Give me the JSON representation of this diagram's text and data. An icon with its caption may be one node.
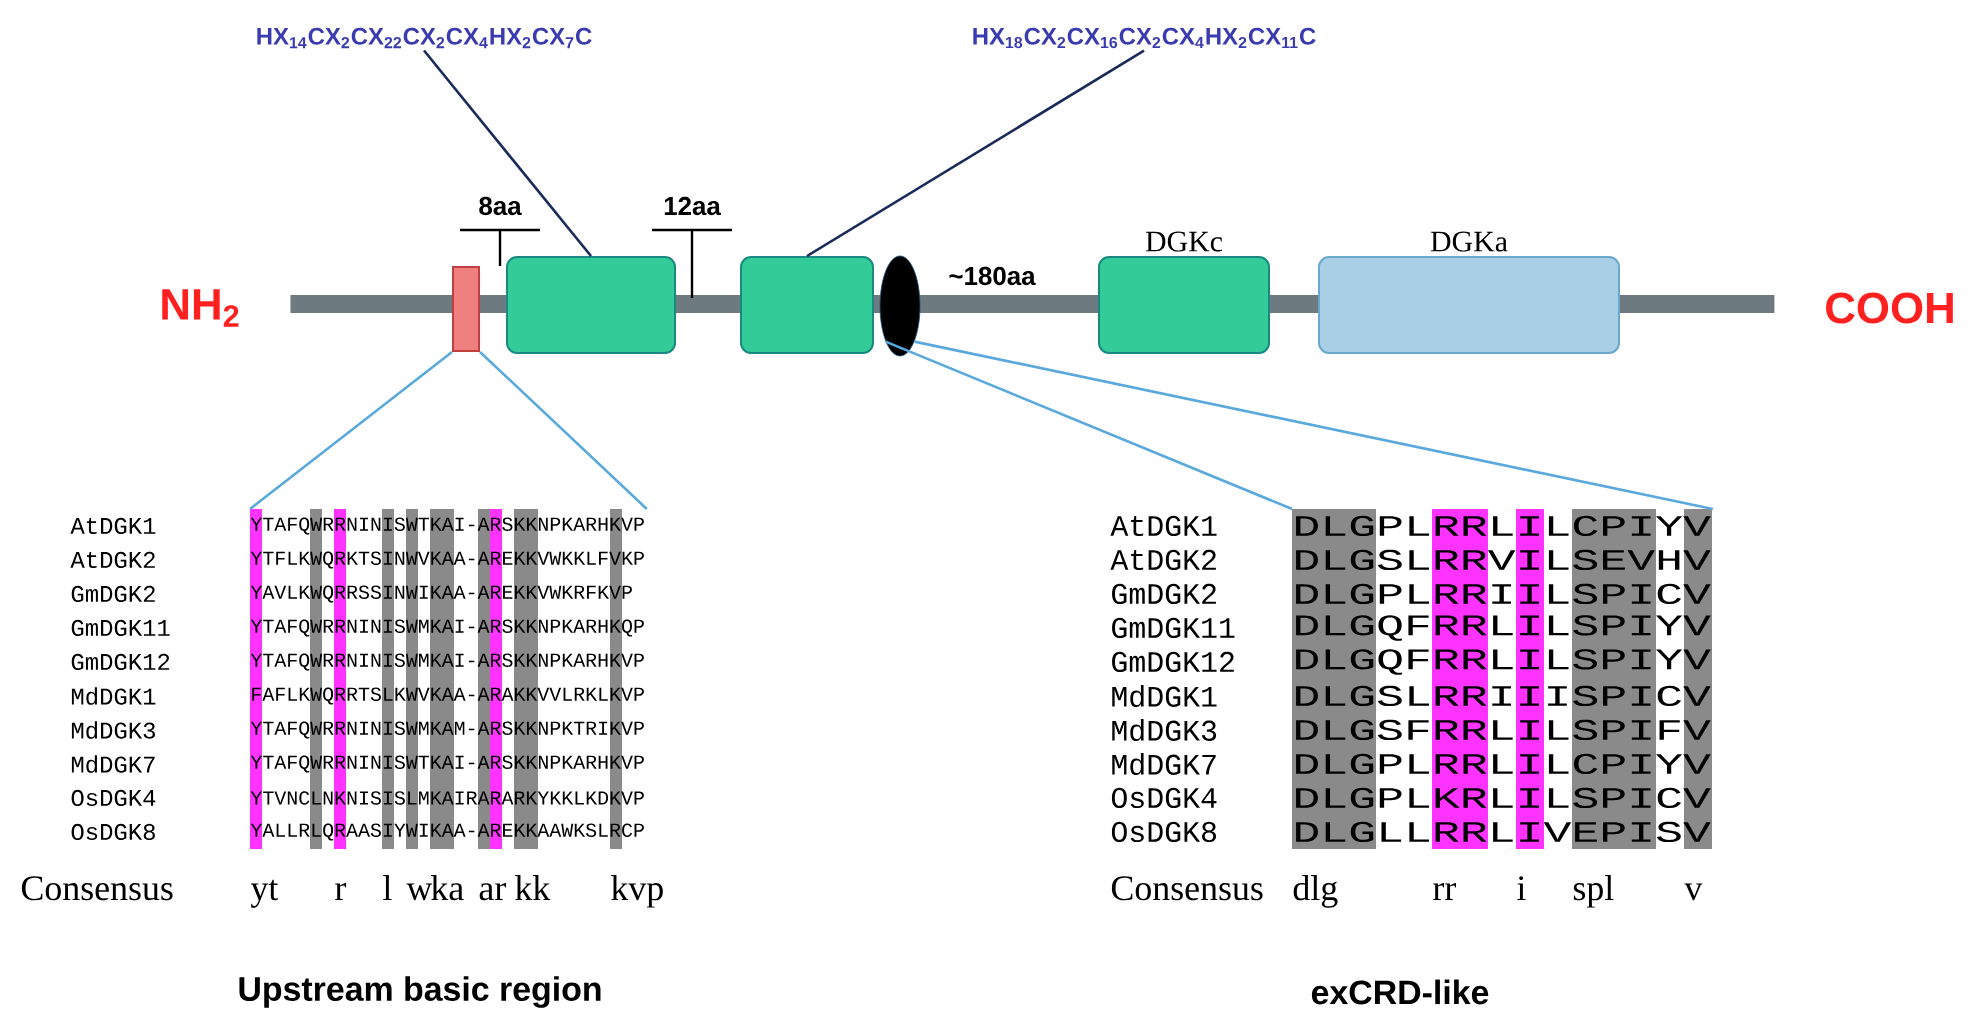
{
  "diagram": {
    "nodes": [
      {
        "text": [
          "HX$_{14}$CX$_{2}$CX$_{22}$CX$_{2}$CX$_{4}$HX$_{2}$CX$_{7}$C"
        ]
      },
      {
        "text": [
          "HX$_{18}$CX$_{2}$CX$_{16}$CX$_{2}$CX$_{4}$HX$_{2}$CX$_{11}$C"
        ]
      },
      {
        "text": [],
        "shape": "bar",
        "beside": [
          "NH$_{2}$",
          "COOH"
        ]
      },
      {
        "text": [],
        "shape": "box"
      },
      {
        "text": [],
        "shape": "box"
      },
      {
        "text": [],
        "shape": "box"
      },
      {
        "text": [],
        "shape": "ellipse"
      },
      {
        "text": [
          "DGKc"
        ]
      },
      {
        "text": [
          "DGKa"
        ]
      },
      {
        "text": [],
        "shape": "picture"
      },
      {
        "text": [],
        "shape": "picture"
      }
    ],
    "edges": [
      {
        "from": 0,
        "to": 4,
        "arrow": "none",
        "color": "#1a2a5a"
      },
      {
        "from": 1,
        "to": 5,
        "arrow": "none",
        "color": "#1a2a5a"
      },
      {
        "from": 3,
        "to": 9,
        "arrow": "none",
        "color": "#5aa9dd"
      },
      {
        "from": 3,
        "to": 9,
        "arrow": "none",
        "color": "#5aa9dd"
      },
      {
        "from": 6,
        "to": 10,
        "arrow": "none",
        "color": "#5aa9dd"
      },
      {
        "from": 6,
        "to": 10,
        "arrow": "none",
        "color": "#5aa9dd"
      }
    ],
    "labels": [
      "8aa",
      "12aa",
      "~180aa",
      "AtDGK1",
      "YTAFQWRRNINISWTKAI-ARSKKNPKARHKVP",
      "AtDGK2",
      "YTFLKWQRKTSINWVKAA-AREKKVWKKLFVKP",
      "GmDGK2",
      "YAVLKWQRRSSINWIKAA-AREKKVWKRFKVP",
      "GmDGK11",
      "YTAFQWRRNINISWMKAI-ARSKKNPKARHKQP",
      "GmDGK12",
      "YTAFQWRRNINISWMKAI-ARSKKNPKARHKVP",
      "MdDGK1",
      "FAFLKWQRRTSLKWVKAA-ARAKKVVLRKLKVP",
      "MdDGK3",
      "YTAFQWRRNINISWMKAM-ARSKKNPKTRIKVP",
      "MdDGK7",
      "YTAFQWRRNINISWTKAI-ARSKKNPKARHKVP",
      "OsDGK4",
      "YTVNCLNKNISISLMKAIRARARKYKKLKDKVP",
      "OsDGK8",
      "YALLRLQRAASIYWIKAA-AREKKAAWKSLRCP",
      "Consensus",
      "yt",
      "r",
      "l",
      "w",
      "ka",
      "ar",
      "kk",
      "kvp",
      "AtDGK1",
      "DLGPLRRLILCPIYV",
      "AtDGK2",
      "DLGSLRRVILSEVHV",
      "GmDGK2",
      "DLGPLRRIILSPICV",
      "GmDGK11",
      "DLGQFRRLILSPIYV",
      "GmDGK12",
      "DLGQFRRLILSPIYV",
      "MdDGK1",
      "DLGSLRRIIISPICV",
      "MdDGK3",
      "DLGSFRRLILSPIFV",
      "MdDGK7",
      "DLGPLRRLILCPIYV",
      "OsDGK4",
      "DLGPLKRLILSPICV",
      "OsDGK8",
      "DLGLLRRLIVEPISV",
      "Consensus",
      "dlg",
      "rr",
      "i",
      "spl",
      "v",
      "Upstream basic region",
      "exCRD-like"
    ]
  }
}
